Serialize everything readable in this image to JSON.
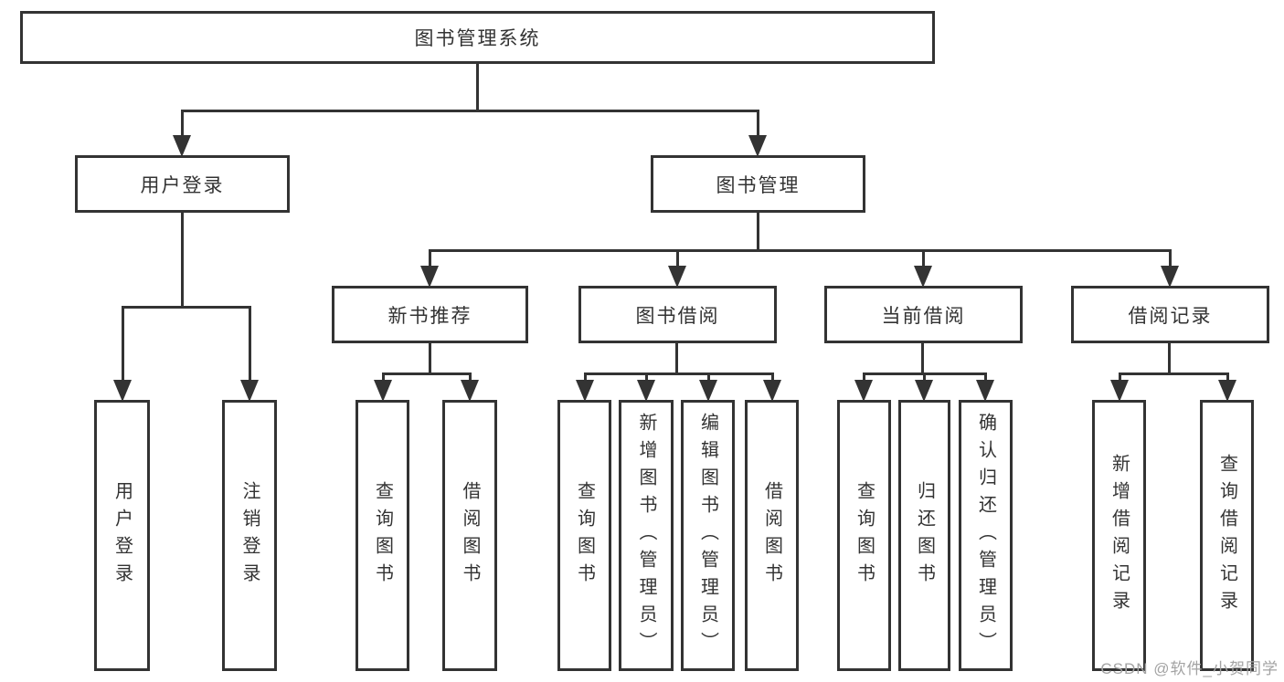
{
  "diagram": {
    "title": "图书管理系统",
    "watermark": "CSDN @软件_小贺同学",
    "colors": {
      "line": "#333333",
      "box_border": "#333333",
      "text": "#333333",
      "watermark": "#a3a3a3",
      "background": "#ffffff"
    }
  },
  "nodes": [
    {
      "id": "root",
      "label": "图书管理系统",
      "parent": null,
      "orientation": "horizontal"
    },
    {
      "id": "user-login",
      "label": "用户登录",
      "parent": "root",
      "orientation": "horizontal"
    },
    {
      "id": "book-management",
      "label": "图书管理",
      "parent": "root",
      "orientation": "horizontal"
    },
    {
      "id": "new-book-recommend",
      "label": "新书推荐",
      "parent": "book-management",
      "orientation": "horizontal"
    },
    {
      "id": "book-borrow",
      "label": "图书借阅",
      "parent": "book-management",
      "orientation": "horizontal"
    },
    {
      "id": "current-borrow",
      "label": "当前借阅",
      "parent": "book-management",
      "orientation": "horizontal"
    },
    {
      "id": "borrow-records",
      "label": "借阅记录",
      "parent": "book-management",
      "orientation": "horizontal"
    },
    {
      "id": "leaf-user-login",
      "label": "用户登录",
      "parent": "user-login",
      "orientation": "vertical"
    },
    {
      "id": "leaf-logout",
      "label": "注销登录",
      "parent": "user-login",
      "orientation": "vertical"
    },
    {
      "id": "leaf-nb-query",
      "label": "查询图书",
      "parent": "new-book-recommend",
      "orientation": "vertical"
    },
    {
      "id": "leaf-nb-borrow",
      "label": "借阅图书",
      "parent": "new-book-recommend",
      "orientation": "vertical"
    },
    {
      "id": "leaf-bb-query",
      "label": "查询图书",
      "parent": "book-borrow",
      "orientation": "vertical"
    },
    {
      "id": "leaf-bb-add",
      "label": "新增图书（管理员）",
      "parent": "book-borrow",
      "orientation": "vertical"
    },
    {
      "id": "leaf-bb-edit",
      "label": "编辑图书（管理员）",
      "parent": "book-borrow",
      "orientation": "vertical"
    },
    {
      "id": "leaf-bb-borrow",
      "label": "借阅图书",
      "parent": "book-borrow",
      "orientation": "vertical"
    },
    {
      "id": "leaf-cb-query",
      "label": "查询图书",
      "parent": "current-borrow",
      "orientation": "vertical"
    },
    {
      "id": "leaf-cb-return",
      "label": "归还图书",
      "parent": "current-borrow",
      "orientation": "vertical"
    },
    {
      "id": "leaf-cb-confirm",
      "label": "确认归还（管理员）",
      "parent": "current-borrow",
      "orientation": "vertical"
    },
    {
      "id": "leaf-br-add",
      "label": "新增借阅记录",
      "parent": "borrow-records",
      "orientation": "vertical"
    },
    {
      "id": "leaf-br-query",
      "label": "查询借阅记录",
      "parent": "borrow-records",
      "orientation": "vertical"
    }
  ]
}
